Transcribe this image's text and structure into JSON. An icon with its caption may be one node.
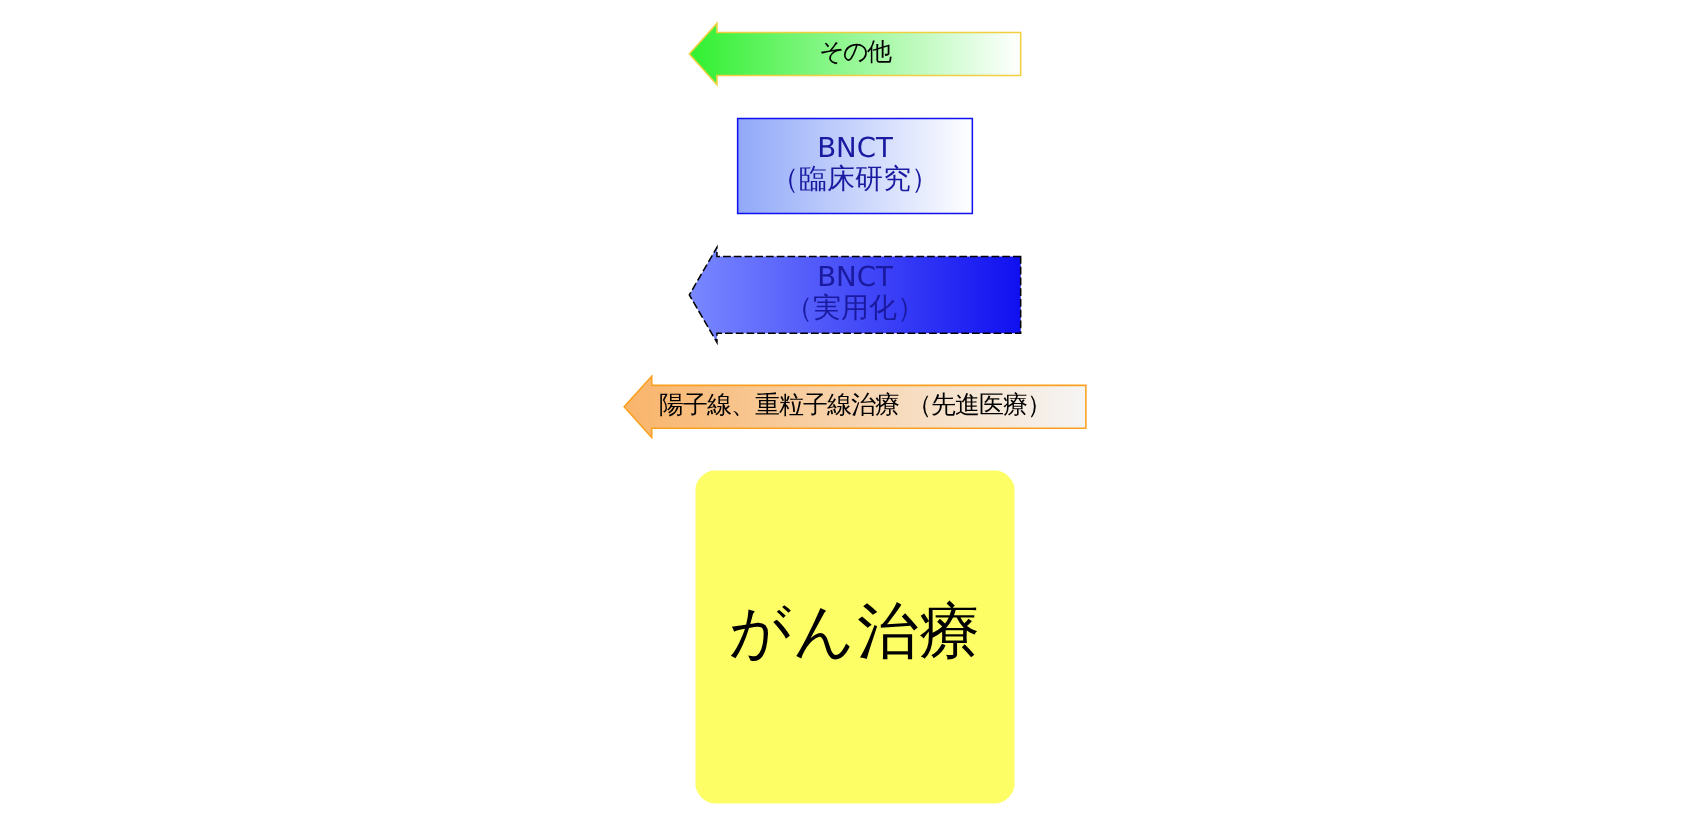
{
  "diagram": {
    "nodes": [
      {
        "text": [
          "がん治療"
        ]
      },
      {
        "text": [
          "陽子線、重粒子線治療 （先進医療）"
        ]
      },
      {
        "text": [
          "BNCT",
          "（実用化）"
        ]
      },
      {
        "text": [
          "BNCT",
          "（臨床研究）"
        ]
      },
      {
        "text": [
          "その他"
        ]
      }
    ],
    "edges": []
  }
}
